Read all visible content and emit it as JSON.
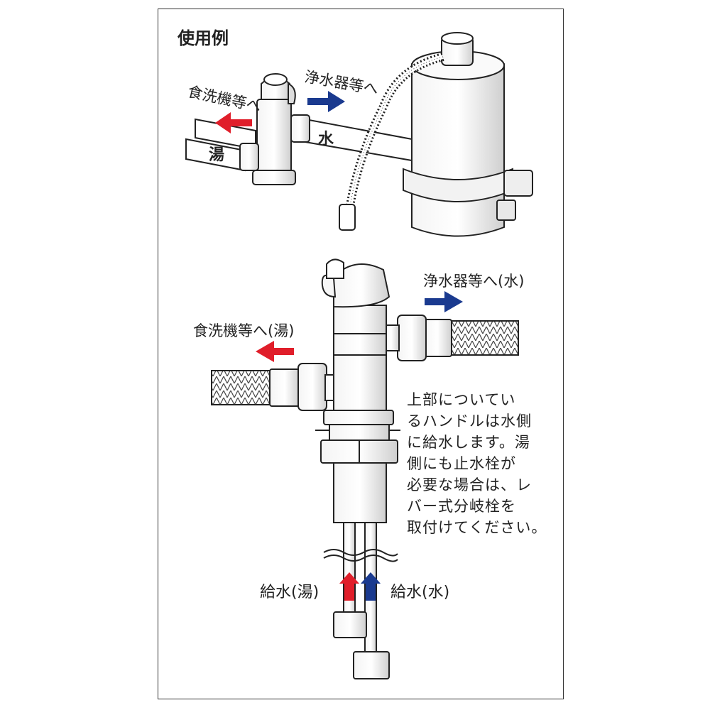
{
  "title": "使用例",
  "top_illustration": {
    "label_dishwasher": "食洗機等へ",
    "label_purifier": "浄水器等へ",
    "label_water": "水",
    "label_hot": "湯"
  },
  "bottom_illustration": {
    "label_purifier_water": "浄水器等へ(水)",
    "label_dishwasher_hot": "食洗機等へ(湯)",
    "label_supply_hot": "給水(湯)",
    "label_supply_water": "給水(水)"
  },
  "note_lines": [
    "上部についてい",
    "るハンドルは水側",
    "に給水します。湯",
    "側にも止水栓が",
    "必要な場合は、レ",
    "バー式分岐栓を",
    "取付けてください。"
  ],
  "colors": {
    "hot_arrow": "#e01e2a",
    "cold_arrow": "#1a3a8f",
    "line": "#222222"
  }
}
